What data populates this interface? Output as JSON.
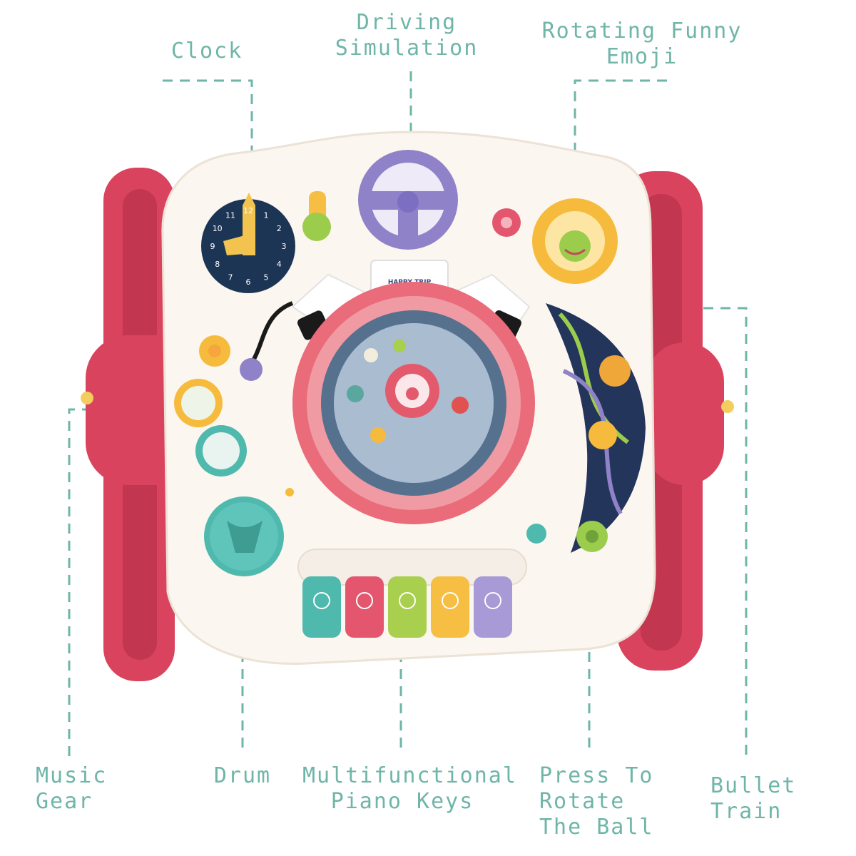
{
  "annotations": {
    "clock": "Clock",
    "driving": "Driving\nSimulation",
    "emoji": "Rotating Funny\nEmoji",
    "music_gear": "Music\nGear",
    "drum": "Drum",
    "piano": "Multifunctional\nPiano Keys",
    "press_ball": "Press To\nRotate\nThe Ball",
    "bullet_train": "Bullet\nTrain"
  },
  "toy": {
    "dashboard_badge": "HAPPY TRIP",
    "clock_numbers": [
      "12",
      "1",
      "2",
      "3",
      "4",
      "5",
      "6",
      "7",
      "8",
      "9",
      "10",
      "11"
    ]
  },
  "colors": {
    "label_teal": "#6fb5a8",
    "frame_red": "#d9435e",
    "body_cream": "#fbf6ef",
    "ring_pink": "#ea6b7a",
    "clock_navy": "#1d3555",
    "wheel_purple": "#8f82c8",
    "drum_teal": "#4fb9ae",
    "sun_yellow": "#f6bb3c"
  },
  "piano_keys": [
    {
      "color": "#4fb9ae",
      "icon": "cat-icon"
    },
    {
      "color": "#e3566e",
      "icon": "dog-icon"
    },
    {
      "color": "#a9cf4e",
      "icon": "lion-icon"
    },
    {
      "color": "#f6bf43",
      "icon": "frog-icon"
    },
    {
      "color": "#a79ad6",
      "icon": "monkey-icon"
    }
  ]
}
